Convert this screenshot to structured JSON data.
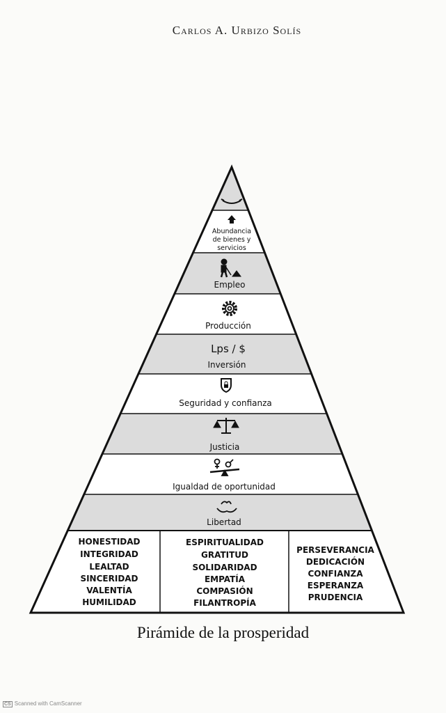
{
  "header": "Carlos A. Urbizo Solís",
  "caption": "Pirámide de la prosperidad",
  "scanner": {
    "badge": "CS",
    "text": "Scanned with CamScanner"
  },
  "levels": [
    {
      "icon": "smile-icon",
      "label": ""
    },
    {
      "icon": "arrow-up-icon",
      "label_lines": [
        "Abundancia",
        "de bienes y",
        "servicios"
      ]
    },
    {
      "icon": "worker-icon",
      "label": "Empleo"
    },
    {
      "icon": "gear-icon",
      "label": "Producción"
    },
    {
      "icon_text": "Lps / $",
      "label": "Inversión"
    },
    {
      "icon": "shield-lock-icon",
      "label": "Seguridad y confianza"
    },
    {
      "icon": "scales-icon",
      "label": "Justicia"
    },
    {
      "icon": "gender-seesaw-icon",
      "label": "Igualdad de oportunidad"
    },
    {
      "icon": "hands-flame-icon",
      "label": "Libertad"
    }
  ],
  "base_columns": [
    [
      "HONESTIDAD",
      "INTEGRIDAD",
      "LEALTAD",
      "SINCERIDAD",
      "VALENTÍA",
      "HUMILIDAD"
    ],
    [
      "ESPIRITUALIDAD",
      "GRATITUD",
      "SOLIDARIDAD",
      "EMPATÍA",
      "COMPASIÓN",
      "FILANTROPÍA"
    ],
    [
      "PERSEVERANCIA",
      "DEDICACIÓN",
      "CONFIANZA",
      "ESPERANZA",
      "PRUDENCIA"
    ]
  ],
  "colors": {
    "shade": "#dcdcdc",
    "line": "#111111"
  }
}
